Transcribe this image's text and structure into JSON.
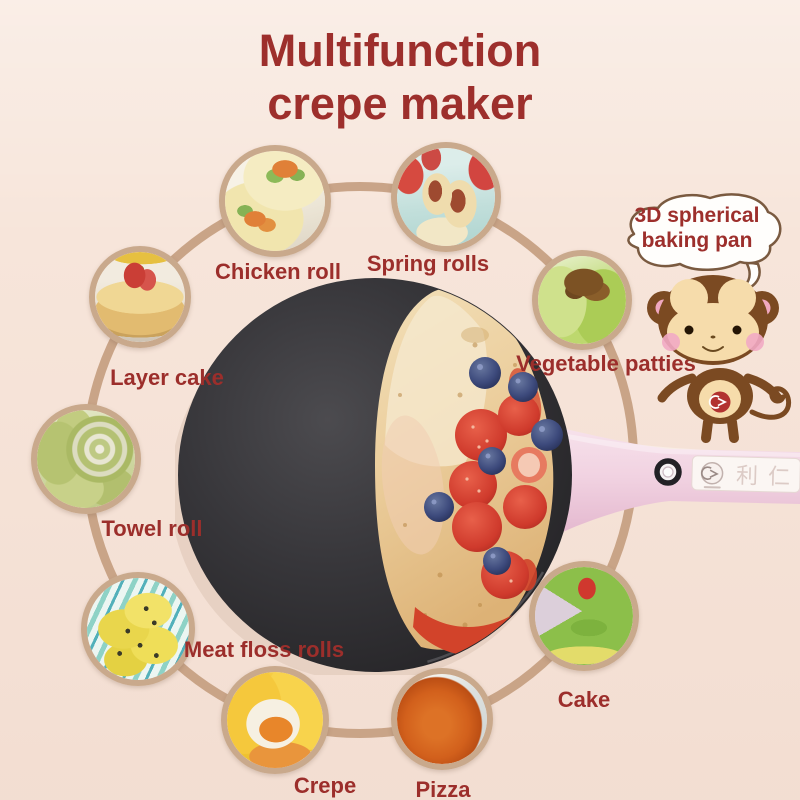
{
  "title": {
    "line1": "Multifunction",
    "line2": "crepe maker"
  },
  "speech_bubble": {
    "line1": "3D spherical",
    "line2": "baking pan"
  },
  "foods": [
    {
      "label": "Chicken roll"
    },
    {
      "label": "Spring rolls"
    },
    {
      "label": "Vegetable patties"
    },
    {
      "label": "Layer cake"
    },
    {
      "label": "Towel roll"
    },
    {
      "label": "Meat floss rolls"
    },
    {
      "label": "Crepe"
    },
    {
      "label": "Pizza"
    },
    {
      "label": "Cake"
    }
  ],
  "product": {
    "brand_text": "利仁"
  },
  "colors": {
    "bg": "#f7e5da",
    "titleRed": "#9d2f2c",
    "labelRed": "#9c2e2b",
    "ring": "#c6a083",
    "circleBorder": "#c9a98c",
    "panDark": "#323234",
    "handlePink": "#f1d2e1"
  }
}
